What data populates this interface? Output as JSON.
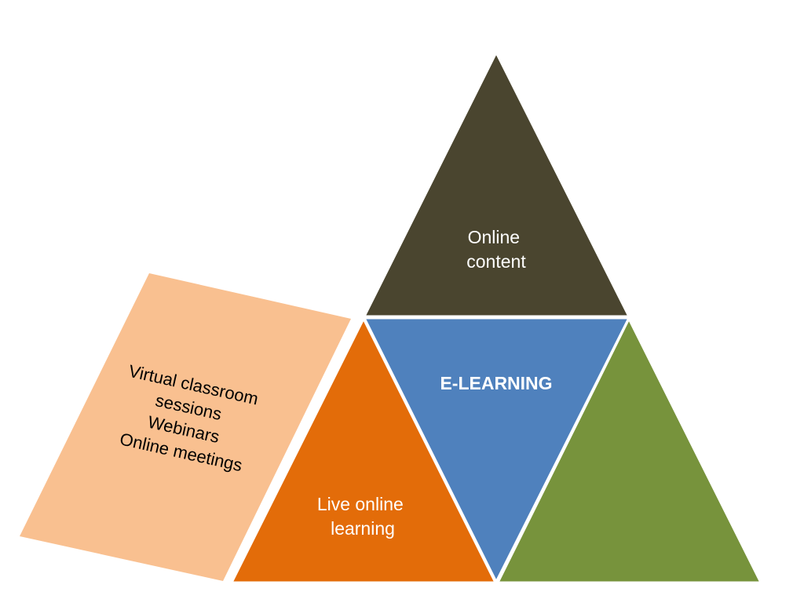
{
  "diagram": {
    "center": {
      "label": "E-LEARNING",
      "color": "#4f81bd"
    },
    "top_triangle": {
      "lines": [
        "Online",
        "content"
      ],
      "color": "#4a452f"
    },
    "left_triangle": {
      "lines": [
        "Live online",
        "learning"
      ],
      "color": "#e36c09"
    },
    "right_triangle": {
      "lines": [],
      "color": "#77933c"
    },
    "side_card": {
      "lines": [
        "Virtual classroom",
        "sessions",
        "Webinars",
        "Online meetings"
      ],
      "color": "#f9c090"
    }
  }
}
